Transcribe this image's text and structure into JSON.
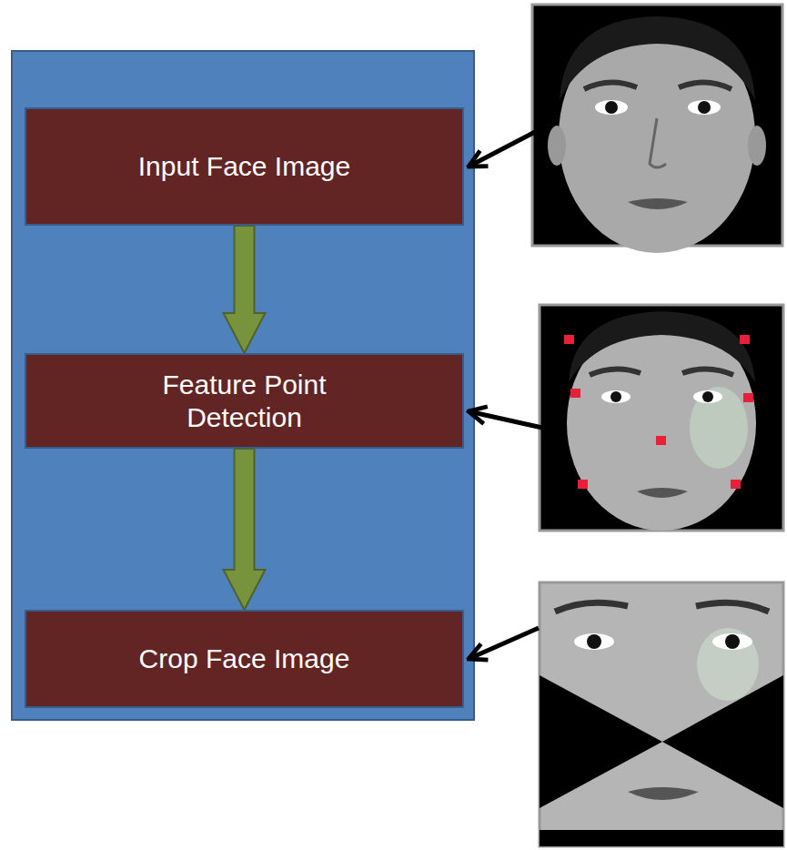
{
  "diagram": {
    "nodes": [
      {
        "text": [
          "Input Face Image"
        ]
      },
      {
        "text": [
          "Feature Point Detection"
        ]
      },
      {
        "text": [
          "Crop Face Image"
        ]
      }
    ],
    "edges": [
      {
        "from": 0,
        "to": 1,
        "arrow": "to"
      },
      {
        "from": 1,
        "to": 2,
        "arrow": "to"
      }
    ]
  }
}
